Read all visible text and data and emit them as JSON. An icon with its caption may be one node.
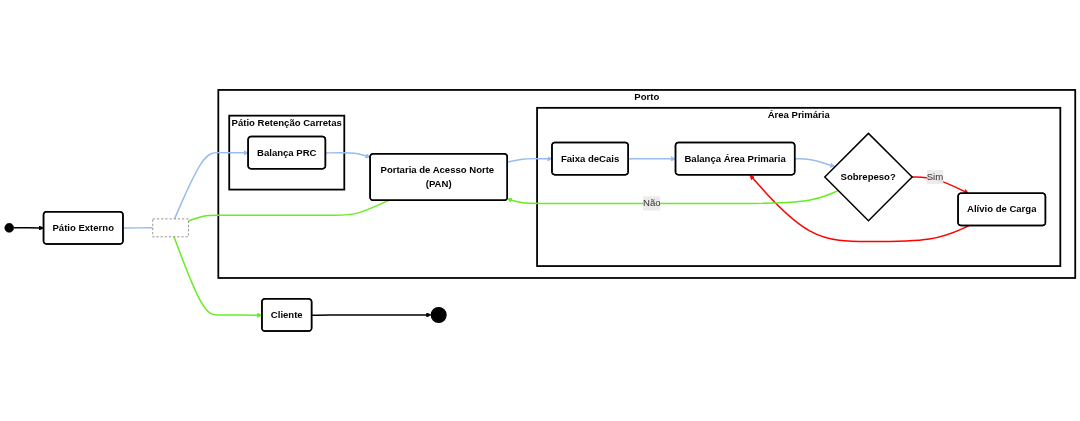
{
  "diagram": {
    "nodes": [
      {
        "text": [],
        "shape": "circle"
      },
      {
        "text": [
          "Pátio Externo"
        ]
      },
      {
        "text": [
          "Cliente"
        ]
      },
      {
        "text": [],
        "shape": "circle"
      },
      {
        "text": [
          "Porto"
        ]
      },
      {
        "text": [
          "Pátio Retenção Carretas"
        ],
        "in": 4
      },
      {
        "text": [
          "Balança PRC"
        ],
        "in": 5
      },
      {
        "text": [
          "Área Primária"
        ],
        "in": 4
      },
      {
        "text": [
          "Faixa deCais"
        ],
        "in": 7
      },
      {
        "text": [
          "Balança Área Primaria"
        ],
        "in": 7
      },
      {
        "text": [
          "Sobrepeso?"
        ],
        "in": 7
      },
      {
        "text": [
          "Alívio de Carga"
        ],
        "in": 7
      },
      {
        "text": [
          "Portaria de Acesso Norte (PAN)"
        ],
        "in": 4
      },
      {
        "text": [],
        "shape": "bar"
      }
    ],
    "edges": [
      {
        "from": 0,
        "to": 1,
        "arrow": "to",
        "color": "#000000"
      },
      {
        "from": 1,
        "to": 13,
        "arrow": "none",
        "color": "#99bbee"
      },
      {
        "from": 13,
        "to": 6,
        "arrow": "to",
        "color": "#99bbee"
      },
      {
        "from": 6,
        "to": 12,
        "arrow": "to",
        "color": "#99bbee"
      },
      {
        "from": 12,
        "to": 8,
        "arrow": "to",
        "color": "#99bbee"
      },
      {
        "from": 8,
        "to": 9,
        "arrow": "to",
        "color": "#99bbee"
      },
      {
        "from": 9,
        "to": 10,
        "arrow": "to",
        "color": "#99bbee"
      },
      {
        "from": 10,
        "to": 11,
        "arrow": "to",
        "label": "Sim",
        "color": "#ff0000"
      },
      {
        "from": 11,
        "to": 9,
        "arrow": "to",
        "color": "#ff0000"
      },
      {
        "from": 10,
        "to": 12,
        "arrow": "to",
        "label": "Não",
        "color": "#66ee22"
      },
      {
        "from": 12,
        "to": 13,
        "arrow": "none",
        "color": "#66ee22"
      },
      {
        "from": 13,
        "to": 2,
        "arrow": "to",
        "color": "#66ee22"
      },
      {
        "from": 2,
        "to": 3,
        "arrow": "to",
        "color": "#000000"
      }
    ]
  }
}
